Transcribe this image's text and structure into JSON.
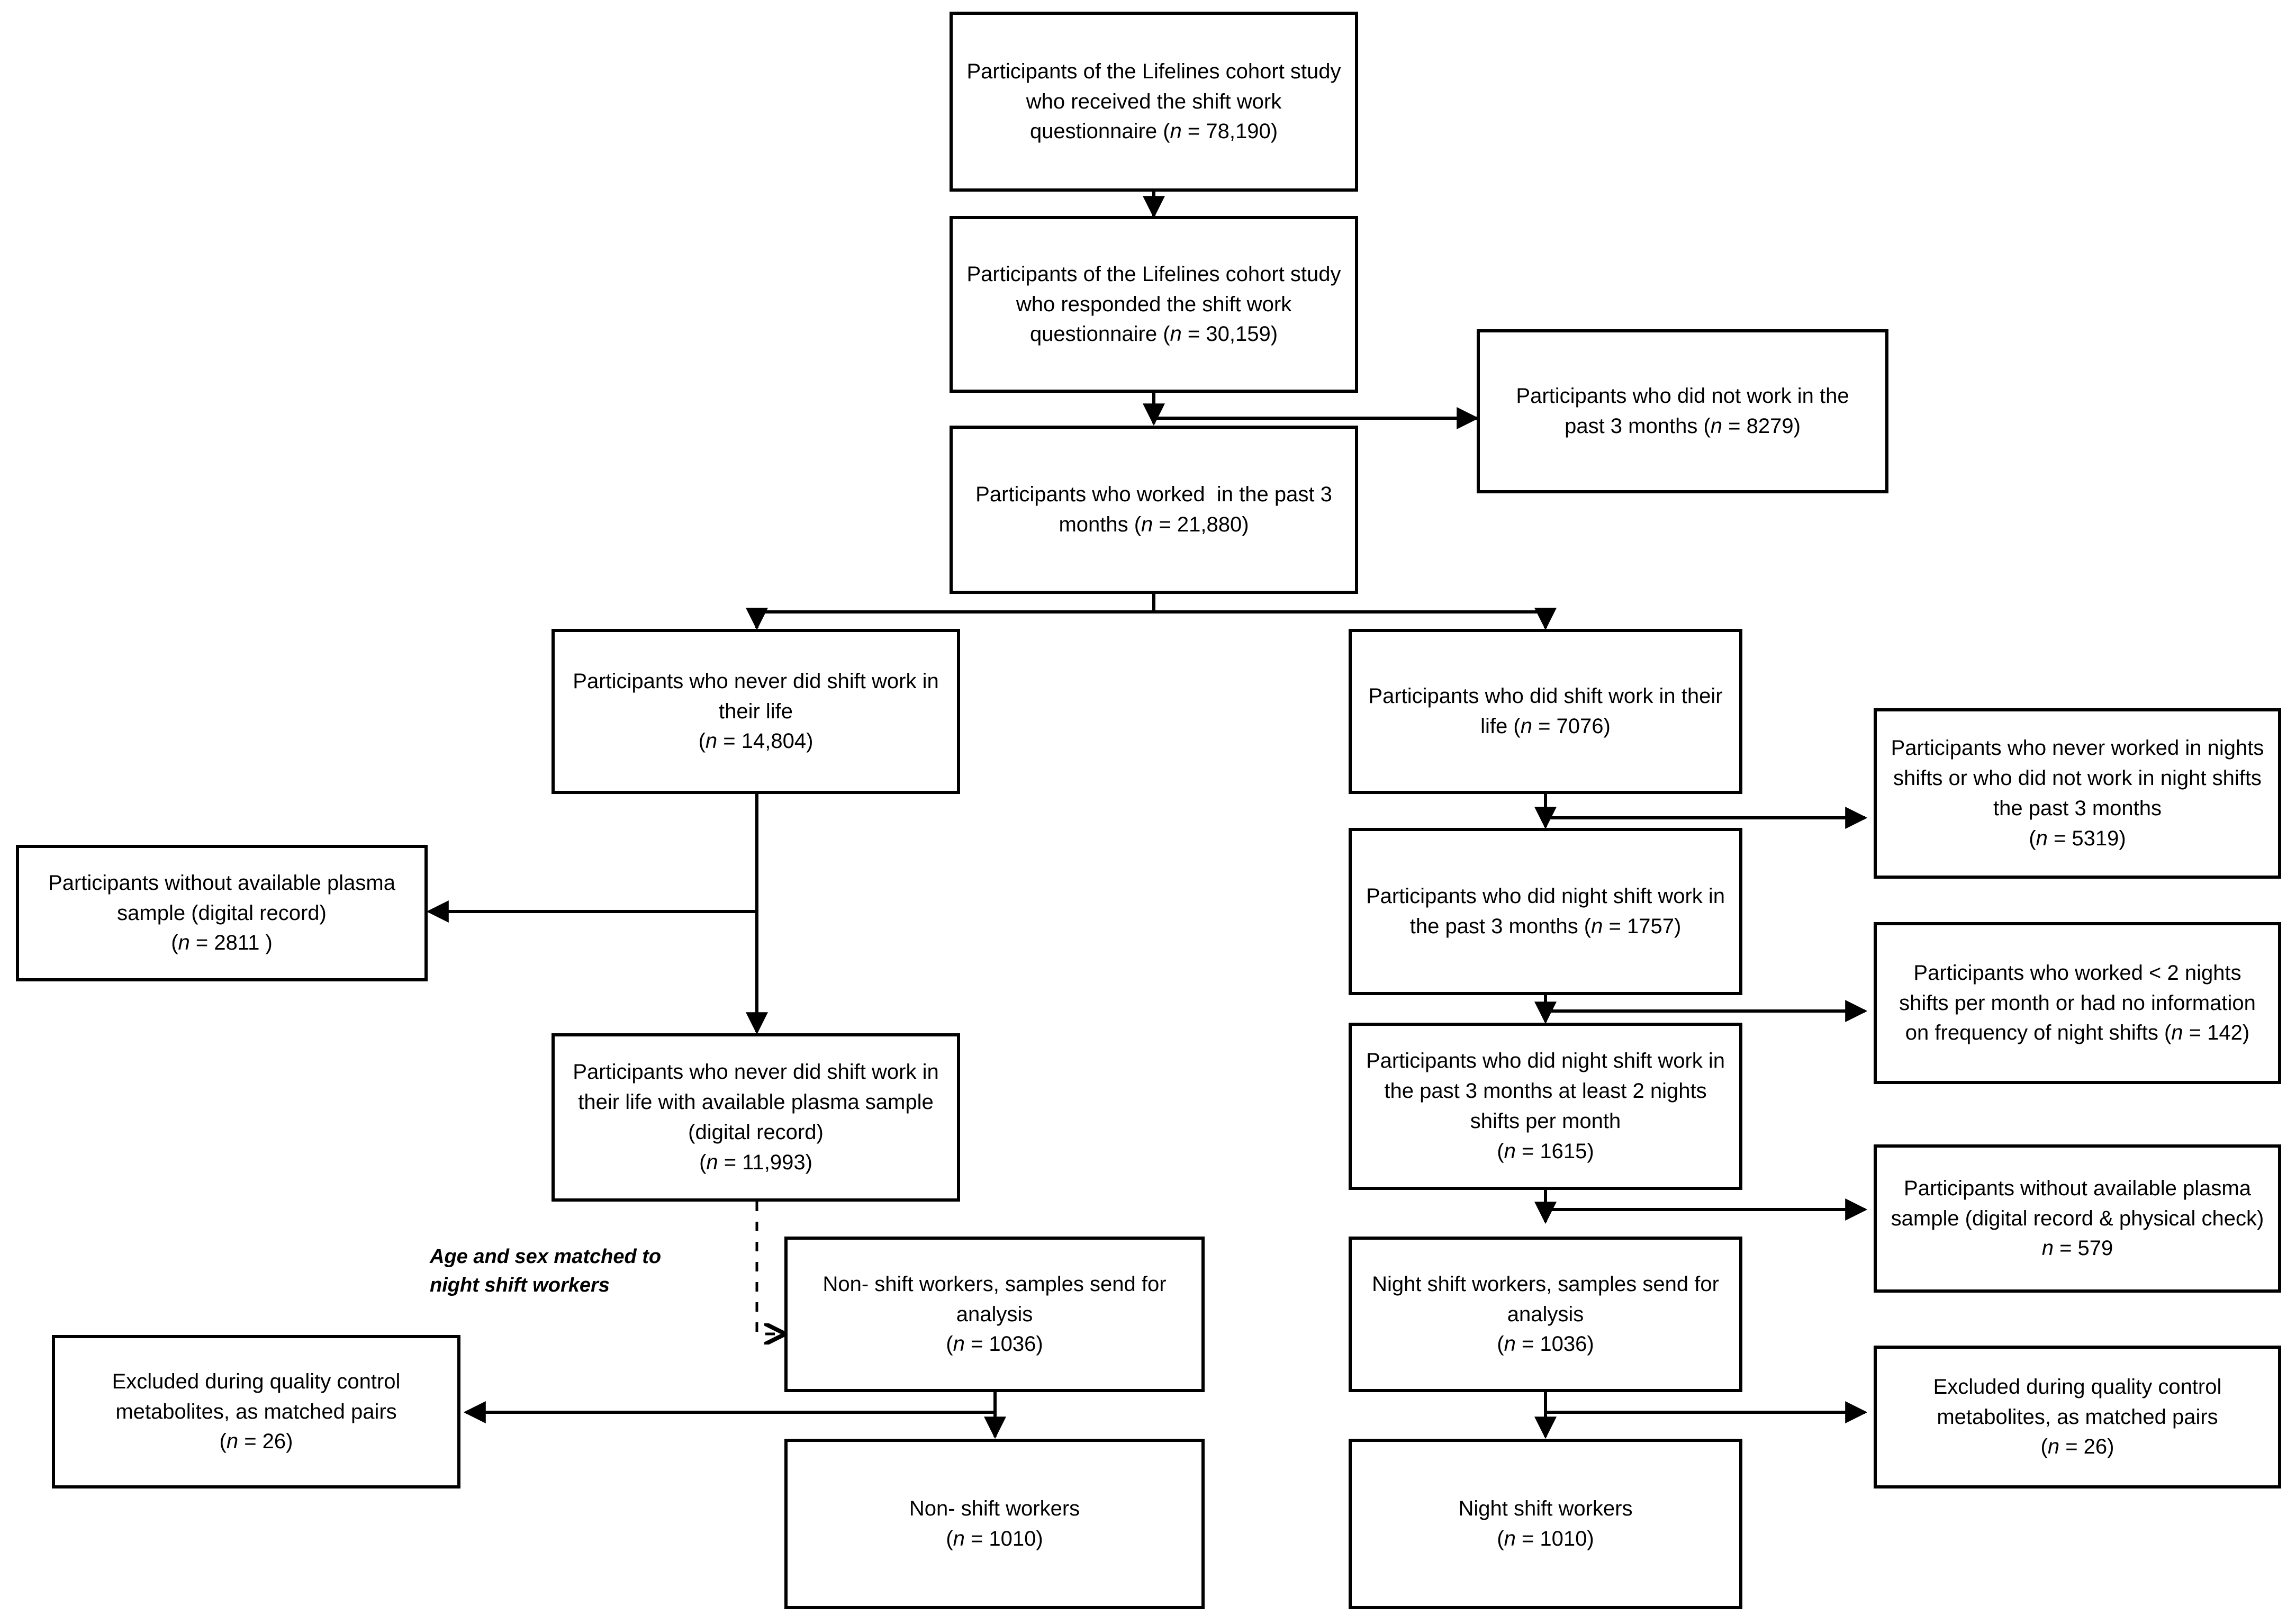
{
  "figure": {
    "type": "flow-diagram",
    "title": "Participant selection flow diagram (Lifelines cohort shift work study)",
    "background": "#ffffff",
    "line_color": "#000000"
  },
  "nodes": {
    "received_questionnaire": {
      "id": "received_questionnaire",
      "line1": "Participants of the Lifelines",
      "line2": "cohort study who received the",
      "line3": "shift work questionnaire (",
      "n_label": "n",
      "line4": " = ",
      "line5": "78,190)",
      "text": "Participants of the Lifelines cohort study who received the shift work questionnaire (n = 78,190)",
      "n_value": "78,190"
    },
    "responded_questionnaire": {
      "id": "responded_questionnaire",
      "text": "Participants of the Lifelines cohort study who responded the shift work questionnaire (n = 30,159)",
      "n_value": "30,159"
    },
    "did_not_work": {
      "id": "did_not_work",
      "text": "Participants who did not work in the past 3 months (n = 8279)",
      "n_value": "8279"
    },
    "worked_past_3_months": {
      "id": "worked_past_3_months",
      "text": "Participants who worked  in the past 3 months (n = 21,880)",
      "n_value": "21,880"
    },
    "never_shift_work": {
      "id": "never_shift_work",
      "text": "Participants who never did shift work in their life (n = 14,804)",
      "n_value": "14,804"
    },
    "did_shift_work": {
      "id": "did_shift_work",
      "text": "Participants who did shift work in their life (n = 7076)",
      "n_value": "7076"
    },
    "never_night_shifts": {
      "id": "never_night_shifts",
      "text": "Participants who never worked in nights shifts or who did not work in night shifts the past 3 months (n = 5319)",
      "n_value": "5319"
    },
    "no_plasma_left": {
      "id": "no_plasma_left",
      "text": "Participants without available plasma sample (digital record) (n = 2811 )",
      "n_value": "2811"
    },
    "night_shift_past_3_months": {
      "id": "night_shift_past_3_months",
      "text": "Participants who did night shift work in the past 3 months (n = 1757)",
      "n_value": "1757"
    },
    "fewer_than_2_nights": {
      "id": "fewer_than_2_nights",
      "text": "Participants who worked < 2 nights shifts per month or had no information on frequency of night shifts (n = 142)",
      "n_value": "142"
    },
    "never_shift_with_plasma": {
      "id": "never_shift_with_plasma",
      "text": "Participants who never did shift work in their life with available plasma sample (digital record) (n = 11,993)",
      "n_value": "11,993"
    },
    "night_shift_at_least_2": {
      "id": "night_shift_at_least_2",
      "text": "Participants who did night shift work in the past 3 months at least 2 nights shifts per month (n = 1615)",
      "n_value": "1615"
    },
    "no_plasma_right": {
      "id": "no_plasma_right",
      "text": "Participants without available plasma sample (digital record & physical check) n = 579",
      "n_value": "579"
    },
    "non_shift_samples": {
      "id": "non_shift_samples",
      "text": "Non- shift workers, samples send for analysis (n = 1036)",
      "n_value": "1036"
    },
    "night_shift_samples": {
      "id": "night_shift_samples",
      "text": "Night shift workers, samples send for analysis (n = 1036)",
      "n_value": "1036"
    },
    "excluded_qc_left": {
      "id": "excluded_qc_left",
      "text": "Excluded during quality control metabolites, as matched pairs (n = 26)",
      "n_value": "26"
    },
    "excluded_qc_right": {
      "id": "excluded_qc_right",
      "text": "Excluded during quality control metabolites, as matched pairs (n = 26)",
      "n_value": "26"
    },
    "non_shift_workers_final": {
      "id": "non_shift_workers_final",
      "text": "Non- shift workers (n = 1010)",
      "n_value": "1010"
    },
    "night_shift_workers_final": {
      "id": "night_shift_workers_final",
      "text": "Night shift workers (n = 1010)",
      "n_value": "1010"
    }
  },
  "annotations": {
    "matching_note": {
      "line1": "Age and sex matched to",
      "line2": "night shift workers",
      "text": "Age and sex matched to night shift workers"
    }
  }
}
